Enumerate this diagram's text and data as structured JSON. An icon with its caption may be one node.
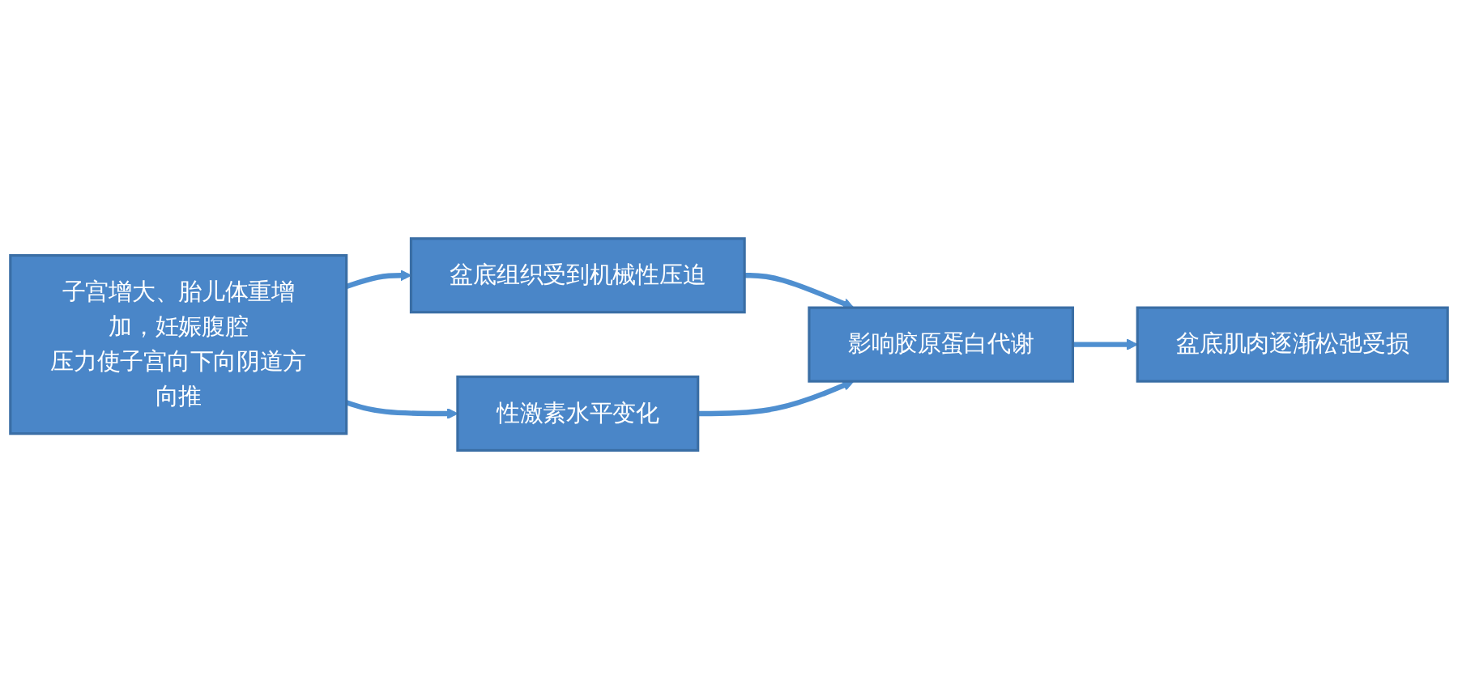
{
  "diagram": {
    "nodes": [
      {
        "text": [
          "子宫增大、胎儿体重增加，妊娠腹腔压力使子宫向下向阴道方向推"
        ]
      },
      {
        "text": [
          "盆底组织受到机械性压迫"
        ]
      },
      {
        "text": [
          "性激素水平变化"
        ]
      },
      {
        "text": [
          "影响胶原蛋白代谢"
        ]
      },
      {
        "text": [
          "盆底肌肉逐渐松弛受损"
        ]
      }
    ],
    "edges": [
      {
        "from": 0,
        "to": 1,
        "arrow": "to"
      },
      {
        "from": 0,
        "to": 2,
        "arrow": "to"
      },
      {
        "from": 1,
        "to": 3,
        "arrow": "to"
      },
      {
        "from": 2,
        "to": 3,
        "arrow": "to"
      },
      {
        "from": 3,
        "to": 4,
        "arrow": "to"
      }
    ]
  }
}
